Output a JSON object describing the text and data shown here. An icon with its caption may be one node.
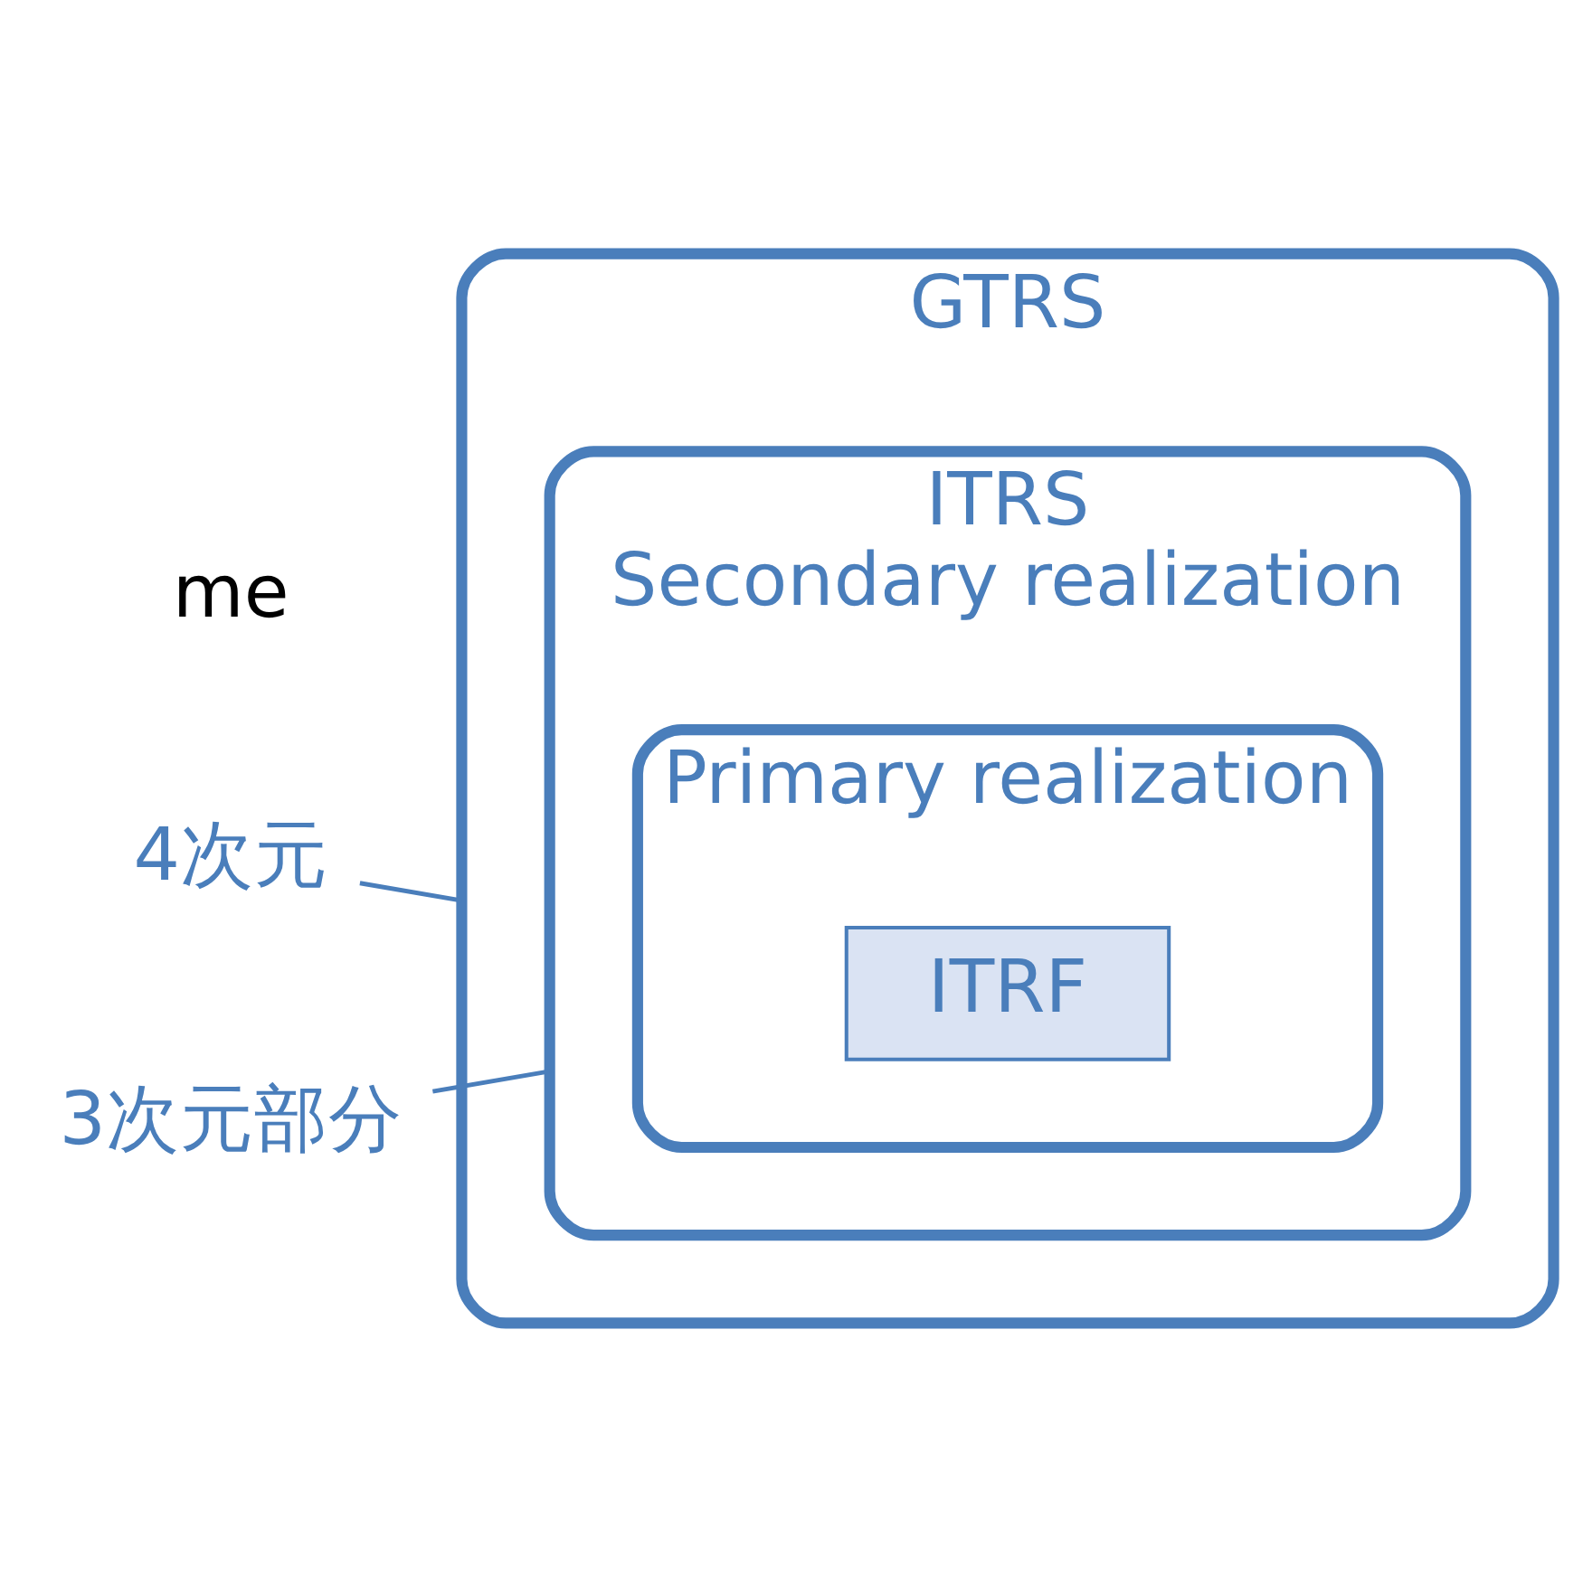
{
  "diagram": {
    "nodes": [
      {
        "text": [
          "GTRS"
        ]
      },
      {
        "text": [
          "ITRS",
          "Secondary realization"
        ],
        "in": 0
      },
      {
        "text": [
          "Primary realization"
        ],
        "in": 1
      },
      {
        "text": [
          "ITRF"
        ],
        "in": 2
      },
      {
        "text": [
          "4次元"
        ]
      },
      {
        "text": [
          "3次元部分"
        ]
      }
    ],
    "edges": [
      {
        "from": 4,
        "to": 0,
        "arrow": "none"
      },
      {
        "from": 5,
        "to": 1,
        "arrow": "none"
      }
    ],
    "labels": [
      "me"
    ]
  }
}
